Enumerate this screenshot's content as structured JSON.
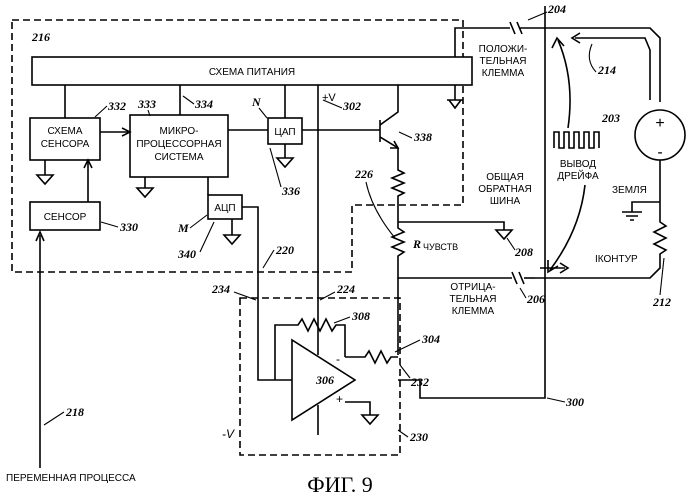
{
  "figure": {
    "caption": "ФИГ. 9"
  },
  "blocks": {
    "power_supply": "СХЕМА ПИТАНИЯ",
    "sensor_circuit": [
      "СХЕМА",
      "СЕНСОРА"
    ],
    "microprocessor": [
      "МИКРО-",
      "ПРОЦЕССОРНАЯ",
      "СИСТЕМА"
    ],
    "dac": "ЦАП",
    "adc": "АЦП",
    "sensor": "СЕНСОР"
  },
  "labels": {
    "pos_terminal": [
      "ПОЛОЖИ-",
      "ТЕЛЬНАЯ",
      "КЛЕММА"
    ],
    "neg_terminal": [
      "ОТРИЦА-",
      "ТЕЛЬНАЯ",
      "КЛЕММА"
    ],
    "common_return": [
      "ОБЩАЯ",
      "ОБРАТНАЯ",
      "ШИНА"
    ],
    "drift_output": [
      "ВЫВОД",
      "ДРЕЙФА"
    ],
    "ground": "ЗЕМЛЯ",
    "loop_current": "IКОНТУР",
    "r_sense_r": "R",
    "r_sense_sub": "ЧУВСТВ",
    "plus_v": "+V",
    "minus_v": "-V",
    "n": "N",
    "m": "M",
    "process_variable": "ПЕРЕМЕННАЯ ПРОЦЕССА",
    "plus": "+",
    "minus": "-"
  },
  "refs": {
    "r216": "216",
    "r204": "204",
    "r214": "214",
    "r203": "203",
    "r332": "332",
    "r333": "333",
    "r334": "334",
    "r302": "302",
    "r338": "338",
    "r336": "336",
    "r226": "226",
    "r208": "208",
    "r330": "330",
    "r340": "340",
    "r220": "220",
    "r234": "234",
    "r224": "224",
    "r206": "206",
    "r212": "212",
    "r308": "308",
    "r304": "304",
    "r306": "306",
    "r232": "232",
    "r218": "218",
    "r300": "300",
    "r230": "230"
  }
}
